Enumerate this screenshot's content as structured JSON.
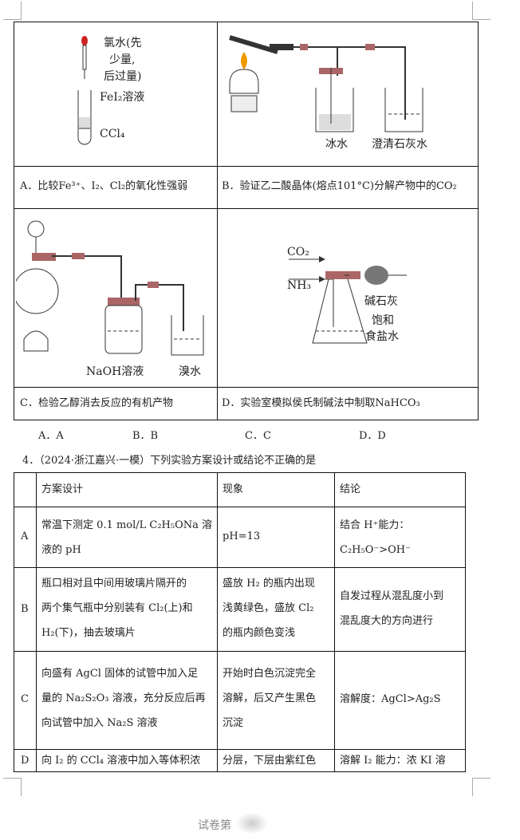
{
  "figures": {
    "a": {
      "label1": "氯水(先",
      "label2": "少量,",
      "label3": "后过量)",
      "label4": "FeI₂溶液",
      "label5": "CCl₄"
    },
    "b": {
      "label1": "冰水",
      "label2": "澄清石灰水"
    },
    "c": {
      "label1": "NaOH溶液",
      "label2": "溴水"
    },
    "d": {
      "label1": "CO₂",
      "label2": "NH₃",
      "label3": "碱石灰",
      "label4": "饱和",
      "label5": "食盐水"
    }
  },
  "captions": {
    "a": "A．比较Fe³⁺、I₂、Cl₂的氧化性强弱",
    "b": "B．验证乙二酸晶体(熔点101°C)分解产物中的CO₂",
    "c": "C．检验乙醇消去反应的有机产物",
    "d": "D．实验室模拟侯氏制碱法中制取NaHCO₃"
  },
  "options": [
    "A．A",
    "B．B",
    "C．C",
    "D．D"
  ],
  "question4": "4．（2024·浙江嘉兴·一模）下列实验方案设计或结论不正确的是",
  "table": {
    "headers": [
      "",
      "方案设计",
      "现象",
      "结论"
    ],
    "rows": [
      {
        "key": "A",
        "design": [
          "常温下测定 0.1 mol/L C₂H₅ONa 溶",
          "液的 pH"
        ],
        "phenomenon": [
          "pH=13"
        ],
        "conclusion": [
          "结合 H⁺能力：",
          "C₂H₅O⁻>OH⁻"
        ]
      },
      {
        "key": "B",
        "design": [
          "瓶口相对且中间用玻璃片隔开的",
          "两个集气瓶中分别装有 Cl₂(上)和",
          "H₂(下)，抽去玻璃片"
        ],
        "phenomenon": [
          "盛放 H₂ 的瓶内出现",
          "浅黄绿色，盛放 Cl₂",
          "的瓶内颜色变浅"
        ],
        "conclusion": [
          "自发过程从混乱度小到",
          "混乱度大的方向进行"
        ]
      },
      {
        "key": "C",
        "design": [
          "向盛有 AgCl 固体的试管中加入足",
          "量的 Na₂S₂O₃ 溶液，充分反应后再",
          "向试管中加入 Na₂S 溶液"
        ],
        "phenomenon": [
          "开始时白色沉淀完全",
          "溶解，后又产生黑色",
          "沉淀"
        ],
        "conclusion": [
          "溶解度：AgCl>Ag₂S"
        ]
      },
      {
        "key": "D",
        "design": [
          "向 I₂ 的 CCl₄ 溶液中加入等体积浓"
        ],
        "phenomenon": [
          "分层，下层由紫红色"
        ],
        "conclusion": [
          "溶解 I₂ 能力：浓 KI 溶"
        ]
      }
    ]
  },
  "footer": "试卷第"
}
